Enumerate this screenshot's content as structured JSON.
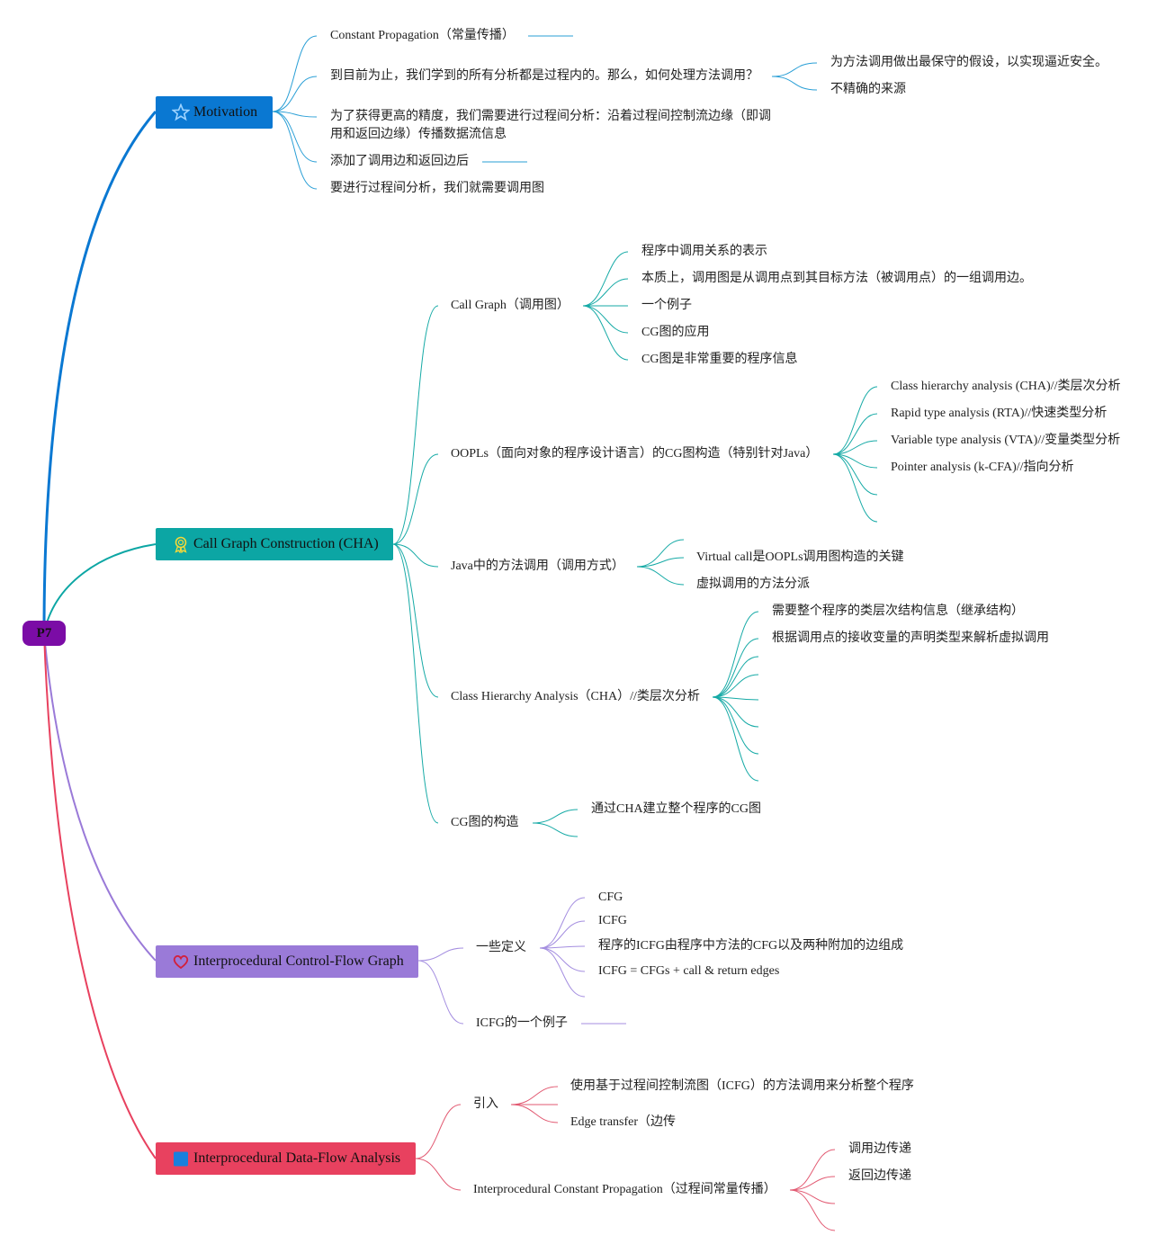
{
  "root": {
    "label": "P7",
    "color": "#7b0ca6"
  },
  "colors": {
    "motivation": "#0a78d2",
    "cha": "#0ca6a4",
    "icfg": "#9a7ad8",
    "idfa": "#e8415f",
    "blue_link": "#2a9fd6",
    "teal_link": "#16aaa6",
    "purple_link": "#a48ee0",
    "red_link": "#e25a72"
  },
  "branches": {
    "motivation": {
      "label": "Motivation",
      "icon": "star-icon"
    },
    "cha": {
      "label": "Call Graph Construction (CHA)",
      "icon": "award-icon"
    },
    "icfg": {
      "label": "Interprocedural Control-Flow Graph",
      "icon": "heart-icon"
    },
    "idfa": {
      "label": "Interprocedural Data-Flow Analysis",
      "icon": "square-icon"
    }
  },
  "motivation": {
    "items": [
      "Constant Propagation（常量传播）",
      "到目前为止，我们学到的所有分析都是过程内的。那么，如何处理方法调用？",
      "为了获得更高的精度，我们需要进行过程间分析：沿着过程间控制流边缘（即调用和返回边缘）传播数据流信息",
      "添加了调用边和返回边后",
      "要进行过程间分析，我们就需要调用图"
    ],
    "method_call_children": [
      "为方法调用做出最保守的假设，以实现逼近安全。",
      "不精确的来源"
    ]
  },
  "cha": {
    "call_graph": {
      "label": "Call Graph（调用图）",
      "children": [
        "程序中调用关系的表示",
        "本质上，调用图是从调用点到其目标方法（被调用点）的一组调用边。",
        "一个例子",
        "CG图的应用",
        "CG图是非常重要的程序信息"
      ]
    },
    "oopls": {
      "label": "OOPLs（面向对象的程序设计语言）的CG图构造（特别针对Java）",
      "children": [
        "Class hierarchy analysis (CHA)//类层次分析",
        "Rapid type analysis (RTA)//快速类型分析",
        "Variable type analysis (VTA)//变量类型分析",
        "Pointer analysis (k-CFA)//指向分析"
      ]
    },
    "java_calls": {
      "label": "Java中的方法调用（调用方式）",
      "children": [
        "Virtual call是OOPLs调用图构造的关键",
        "虚拟调用的方法分派"
      ]
    },
    "cha_analysis": {
      "label": "Class Hierarchy Analysis（CHA）//类层次分析",
      "children": [
        "需要整个程序的类层次结构信息（继承结构）",
        "根据调用点的接收变量的声明类型来解析虚拟调用"
      ]
    },
    "cg_build": {
      "label": "CG图的构造",
      "children": [
        "通过CHA建立整个程序的CG图"
      ]
    }
  },
  "icfg": {
    "defs": {
      "label": "一些定义",
      "children": [
        "CFG",
        "ICFG",
        "程序的ICFG由程序中方法的CFG以及两种附加的边组成",
        "ICFG = CFGs + call & return edges"
      ]
    },
    "example": {
      "label": "ICFG的一个例子"
    }
  },
  "idfa": {
    "intro": {
      "label": "引入",
      "children": [
        "使用基于过程间控制流图（ICFG）的方法调用来分析整个程序",
        "Edge transfer（边传"
      ]
    },
    "icp": {
      "label": "Interprocedural Constant Propagation（过程间常量传播）",
      "children": [
        "调用边传递",
        "返回边传递"
      ]
    }
  }
}
